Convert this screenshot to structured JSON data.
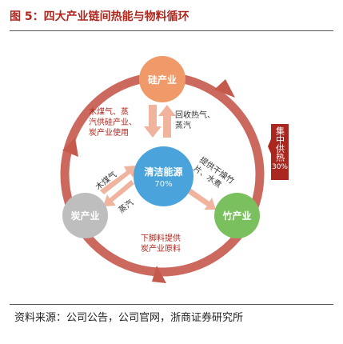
{
  "title": "图 5：四大产业链间热能与物料循环",
  "nodes": {
    "top": {
      "label": "硅产业"
    },
    "center": {
      "label": "清洁能源",
      "pct": "70%"
    },
    "left": {
      "label": "炭产业"
    },
    "right": {
      "label": "竹产业"
    }
  },
  "flow_labels": {
    "left_top": [
      "木煤气、蒸",
      "汽供硅产业、",
      "炭产业使用"
    ],
    "right_top": [
      "回收热气、",
      "蒸汽"
    ],
    "center_left_up": "木煤气",
    "center_left_down": "蒸汽",
    "center_right": [
      "提供干燥竹",
      "片、水煮"
    ],
    "bottom": [
      "下脚料提供",
      "炭产业原料"
    ]
  },
  "side_box": {
    "label": "集中供热",
    "pct": "30%"
  },
  "source": "资料来源：公司公告，公司官网，浙商证券研究所",
  "colors": {
    "ring": "#c5594c",
    "accent": "#a9271f",
    "arrow": "#f0b49e"
  }
}
